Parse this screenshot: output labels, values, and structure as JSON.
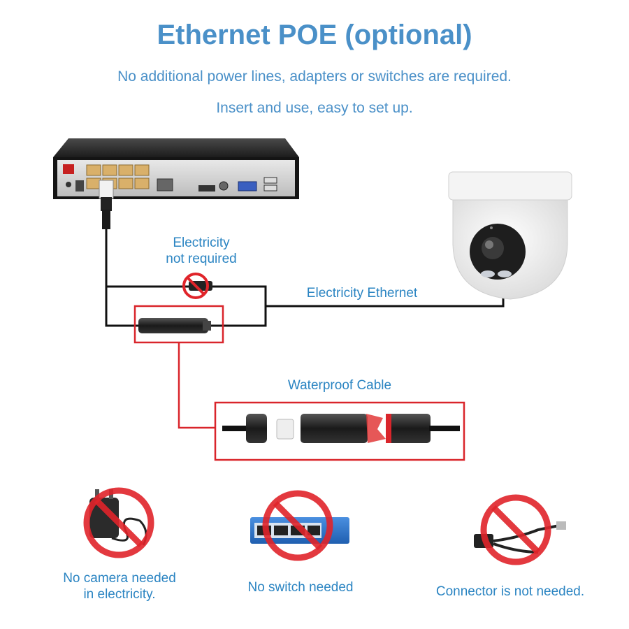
{
  "header": {
    "title": "Ethernet POE (optional)",
    "line1": "No additional power lines, adapters or switches are required.",
    "line2": "Insert and use, easy to set up."
  },
  "diagram": {
    "electricity_not_required_1": "Electricity",
    "electricity_not_required_2": "not required",
    "cable_label": "Electricity Ethernet",
    "waterproof_label": "Waterproof Cable"
  },
  "bottom": {
    "adapter_caption_1": "No camera needed",
    "adapter_caption_2": "in electricity.",
    "switch_caption": "No switch needed",
    "connector_caption": "Connector is not needed."
  },
  "colors": {
    "text_blue": "#4a90c8",
    "label_blue": "#2a84c2",
    "highlight_red": "#d9252b",
    "prohibit_red": "#e0242a"
  },
  "icons": [
    "nvr-recorder",
    "dome-camera",
    "power-adapter",
    "network-switch",
    "poe-splitter",
    "prohibited-sign"
  ]
}
